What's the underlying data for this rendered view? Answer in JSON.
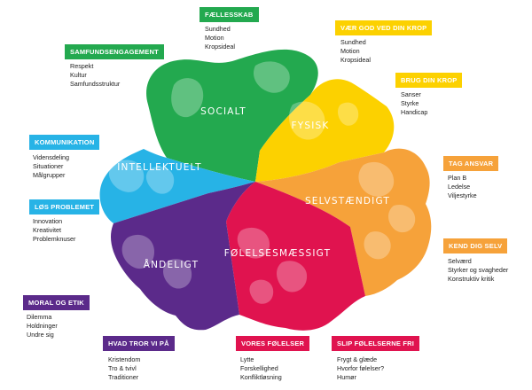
{
  "colors": {
    "green": "#23a94f",
    "yellow": "#fcd100",
    "blue": "#27b3e6",
    "orange": "#f6a23a",
    "red": "#e0134f",
    "purple": "#5b2a8a"
  },
  "regions": {
    "socialt": "SOCIALT",
    "fysisk": "FYSISK",
    "intellektuelt": "INTELLEKTUELT",
    "selvstaendigt": "SELVSTÆNDIGT",
    "andeligt": "ÅNDELIGT",
    "folelsesmaessigt": "FØLELSESMÆSSIGT"
  },
  "callouts": {
    "faellesskab": {
      "title": "FÆLLESSKAB",
      "items": [
        "Sundhed",
        "Motion",
        "Kropsideal"
      ]
    },
    "vaer_god": {
      "title": "VÆR GOD VED DIN KROP",
      "items": [
        "Sundhed",
        "Motion",
        "Kropsideal"
      ]
    },
    "samfund": {
      "title": "SAMFUNDSENGAGEMENT",
      "items": [
        "Respekt",
        "Kultur",
        "Samfundsstruktur"
      ]
    },
    "brug_krop": {
      "title": "BRUG DIN KROP",
      "items": [
        "Sanser",
        "Styrke",
        "Handicap"
      ]
    },
    "kommunikation": {
      "title": "KOMMUNIKATION",
      "items": [
        "Vidensdeling",
        "Situationer",
        "Målgrupper"
      ]
    },
    "tag_ansvar": {
      "title": "TAG ANSVAR",
      "items": [
        "Plan B",
        "Ledelse",
        "Viljestyrke"
      ]
    },
    "los_problemet": {
      "title": "LØS PROBLEMET",
      "items": [
        "Innovation",
        "Kreativitet",
        "Problemknuser"
      ]
    },
    "kend_dig_selv": {
      "title": "KEND DIG SELV",
      "items": [
        "Selværd",
        "Styrker og svagheder",
        "Konstruktiv kritik"
      ]
    },
    "moral": {
      "title": "MORAL OG ETIK",
      "items": [
        "Dilemma",
        "Holdninger",
        "Undre sig"
      ]
    },
    "hvad_tror": {
      "title": "HVAD TROR VI PÅ",
      "items": [
        "Kristendom",
        "Tro & tvivl",
        "Traditioner"
      ]
    },
    "vores_folelser": {
      "title": "VORES FØLELSER",
      "items": [
        "Lytte",
        "Forskellighed",
        "Konfliktløsning"
      ]
    },
    "slip_folelserne": {
      "title": "SLIP FØLELSERNE FRI",
      "items": [
        "Frygt & glæde",
        "Hvorfor følelser?",
        "Humør"
      ]
    }
  }
}
